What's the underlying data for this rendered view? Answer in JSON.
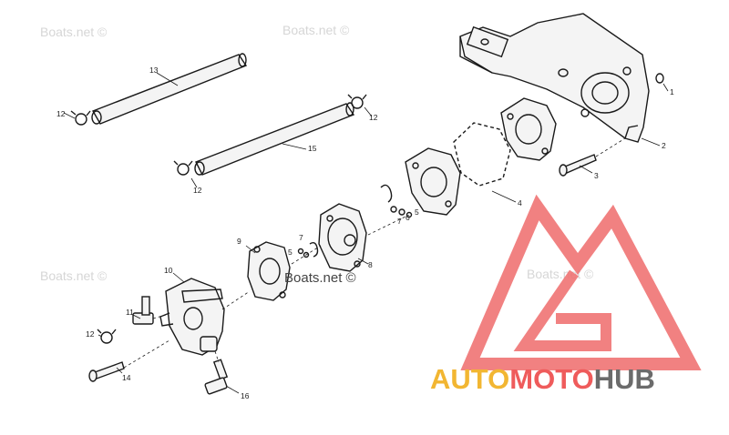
{
  "watermark": {
    "text": "Boats.net ©",
    "mid_text": "Boats.net ©"
  },
  "callouts": {
    "c1": "1",
    "c2": "2",
    "c3": "3",
    "c4": "4",
    "c5a": "5",
    "c5b": "5",
    "c6a": "6",
    "c7a": "7",
    "c7b": "7",
    "c8": "8",
    "c9": "9",
    "c10": "10",
    "c11": "11",
    "c12a": "12",
    "c12b": "12",
    "c12c": "12",
    "c12d": "12",
    "c13": "13",
    "c14": "14",
    "c15": "15",
    "c16": "16"
  },
  "logo": {
    "part1": "AUTO",
    "part2": "MOTO",
    "part3": "HUB",
    "colors": {
      "gold": "#f2b632",
      "red": "#ef5b5b",
      "gray": "#6b6b6b"
    }
  }
}
